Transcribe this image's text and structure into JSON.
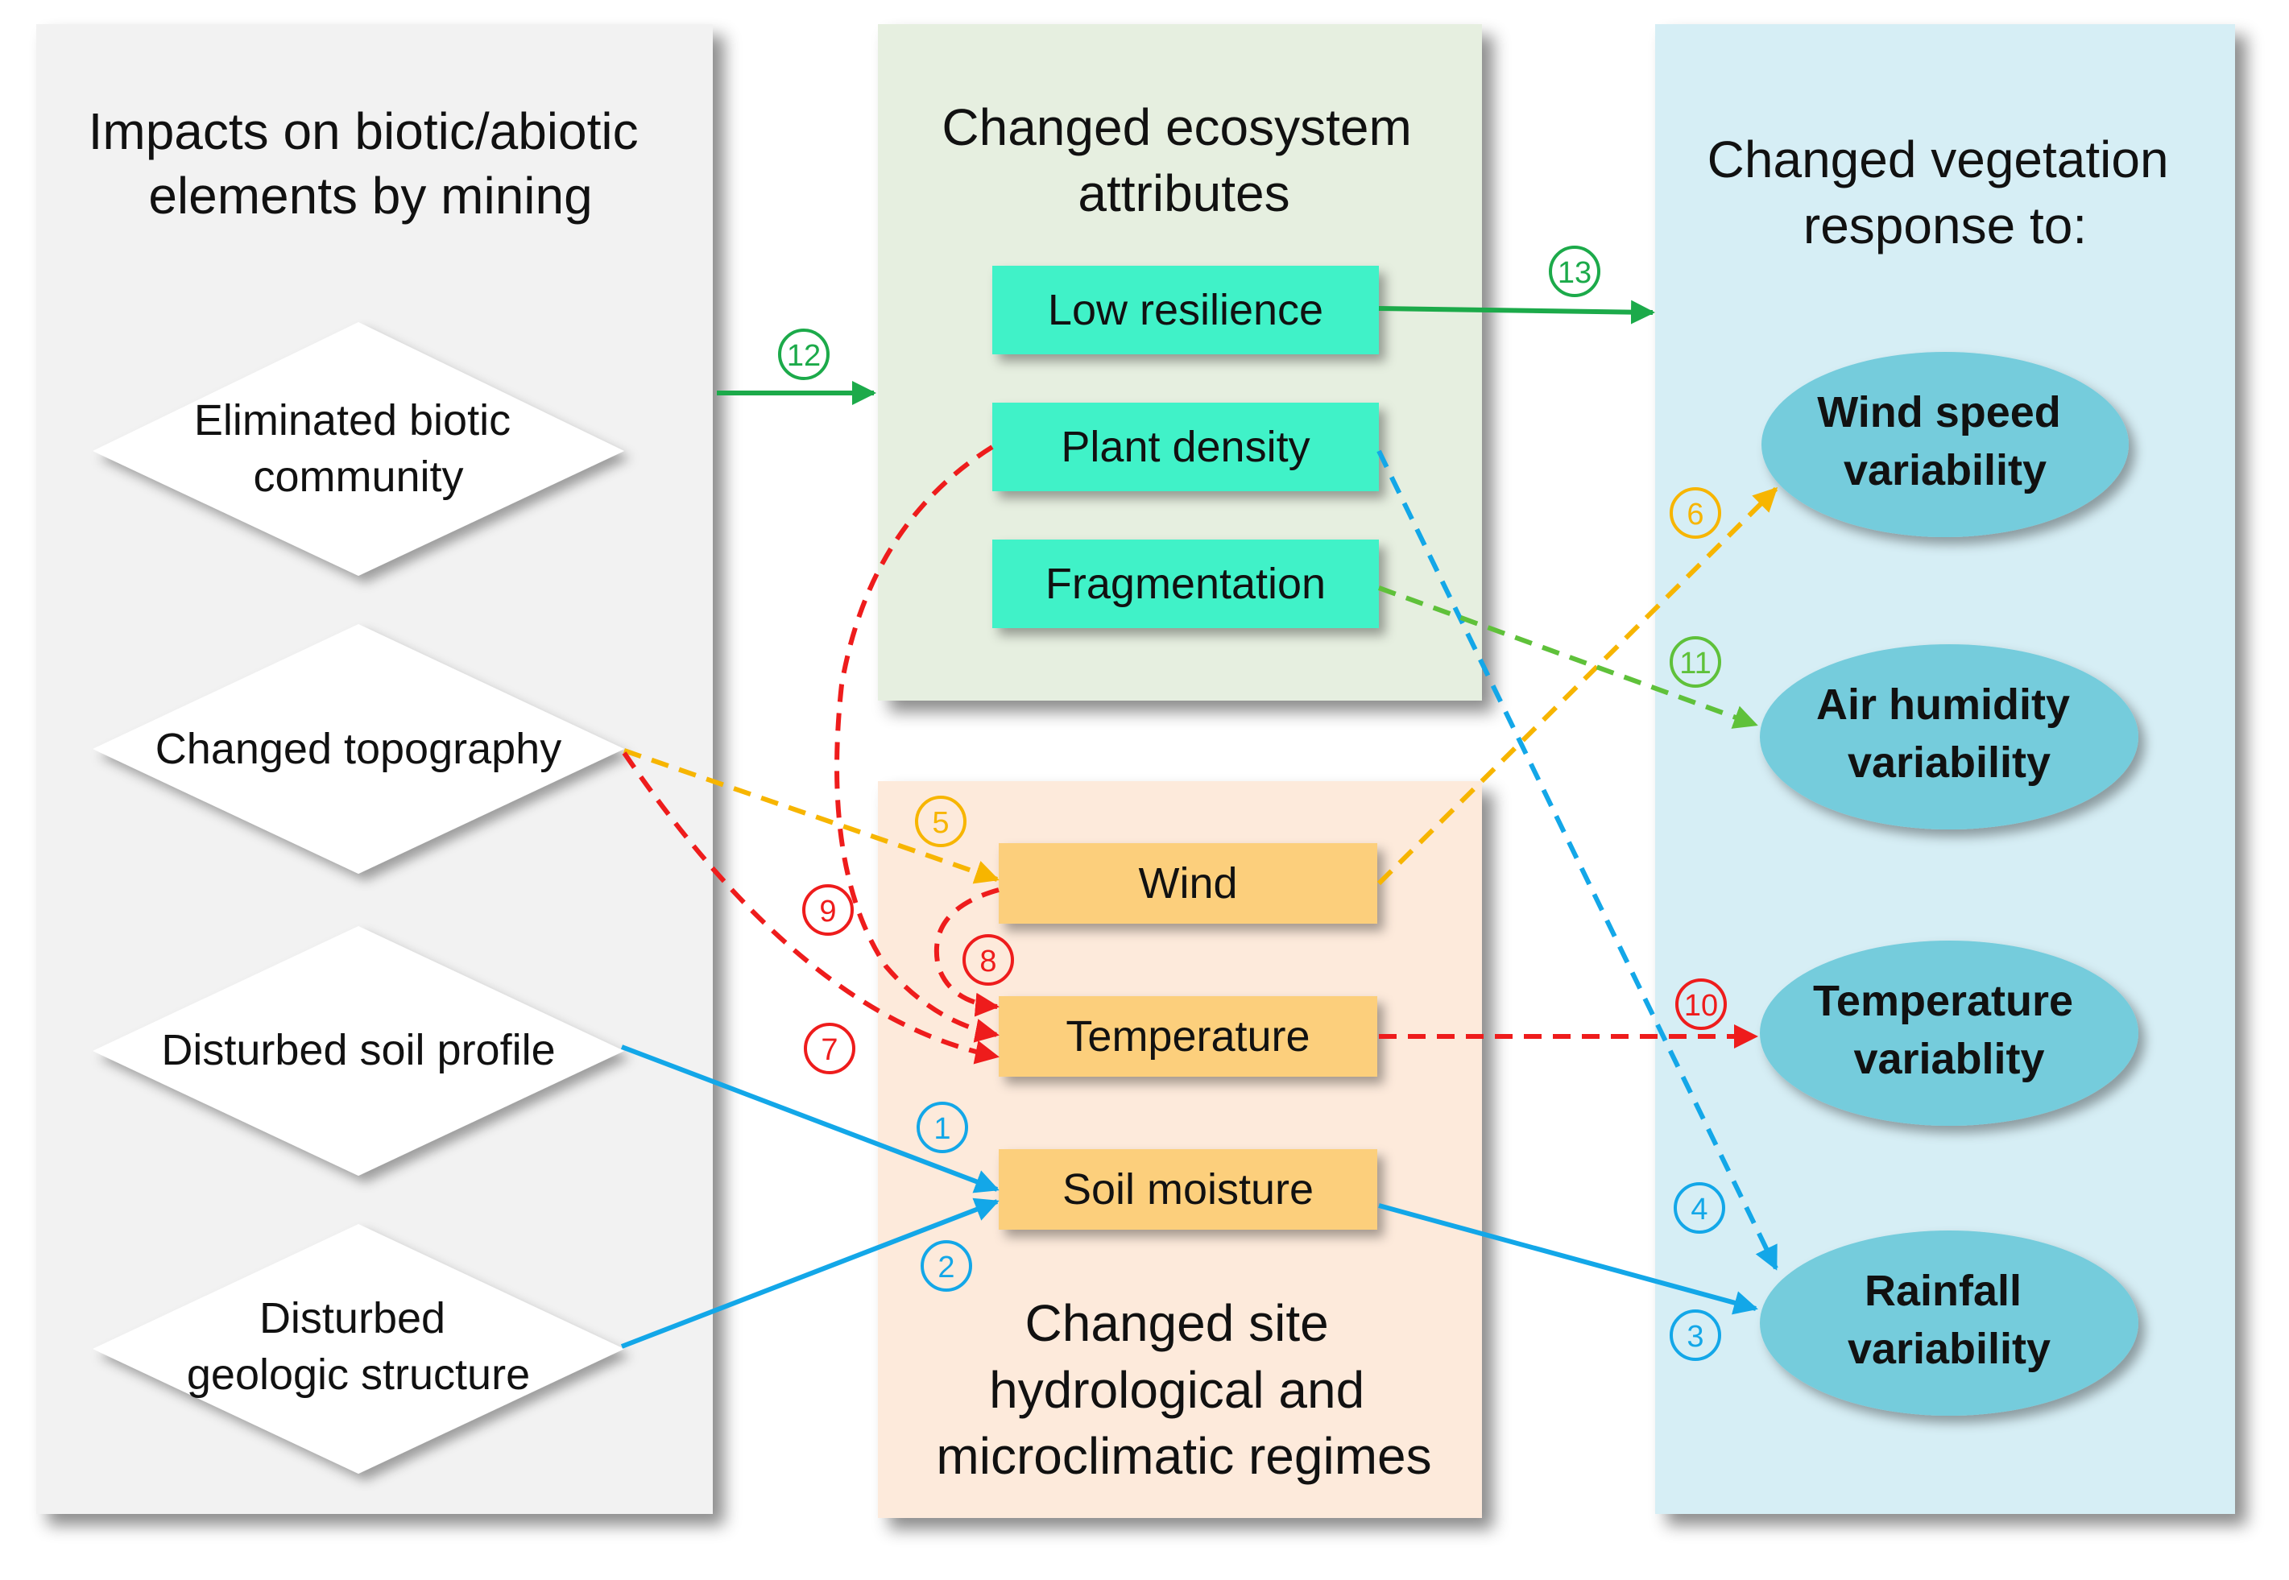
{
  "panels": {
    "impacts": {
      "title": [
        "Impacts on biotic/abiotic",
        "elements by mining"
      ]
    },
    "ecosystem": {
      "title": [
        "Changed ecosystem",
        "attributes"
      ]
    },
    "site": {
      "title": [
        "Changed site",
        "hydrological and",
        "microclimatic regimes"
      ]
    },
    "vegetation": {
      "title": [
        "Changed vegetation",
        "response to:"
      ]
    }
  },
  "impacts": [
    [
      "Eliminated biotic",
      "community"
    ],
    [
      "Changed topography"
    ],
    [
      "Disturbed soil profile"
    ],
    [
      "Disturbed",
      "geologic structure"
    ]
  ],
  "attributes": [
    "Low resilience",
    "Plant density",
    "Fragmentation"
  ],
  "regimes": [
    "Wind",
    "Temperature",
    "Soil moisture"
  ],
  "responses": [
    [
      "Wind speed",
      "variability"
    ],
    [
      "Air humidity",
      "variability"
    ],
    [
      "Temperature",
      "variablity"
    ],
    [
      "Rainfall",
      "variability"
    ]
  ],
  "link_numbers": [
    "1",
    "2",
    "3",
    "4",
    "5",
    "6",
    "7",
    "8",
    "9",
    "10",
    "11",
    "12",
    "13"
  ],
  "colors": {
    "impacts_panel": "#f2f2f2",
    "ecosystem_panel": "#e6efe0",
    "site_panel": "#fdeadb",
    "vegetation_panel": "#d6eef5",
    "attribute_box": "#3ff2c8",
    "regime_box": "#fccf7c",
    "response_ellipse": "#74ccdc",
    "blue": "#13a7e8",
    "red": "#ee1c1c",
    "orange": "#f7b500",
    "green": "#1caa4a",
    "light_green": "#5fc13a"
  }
}
